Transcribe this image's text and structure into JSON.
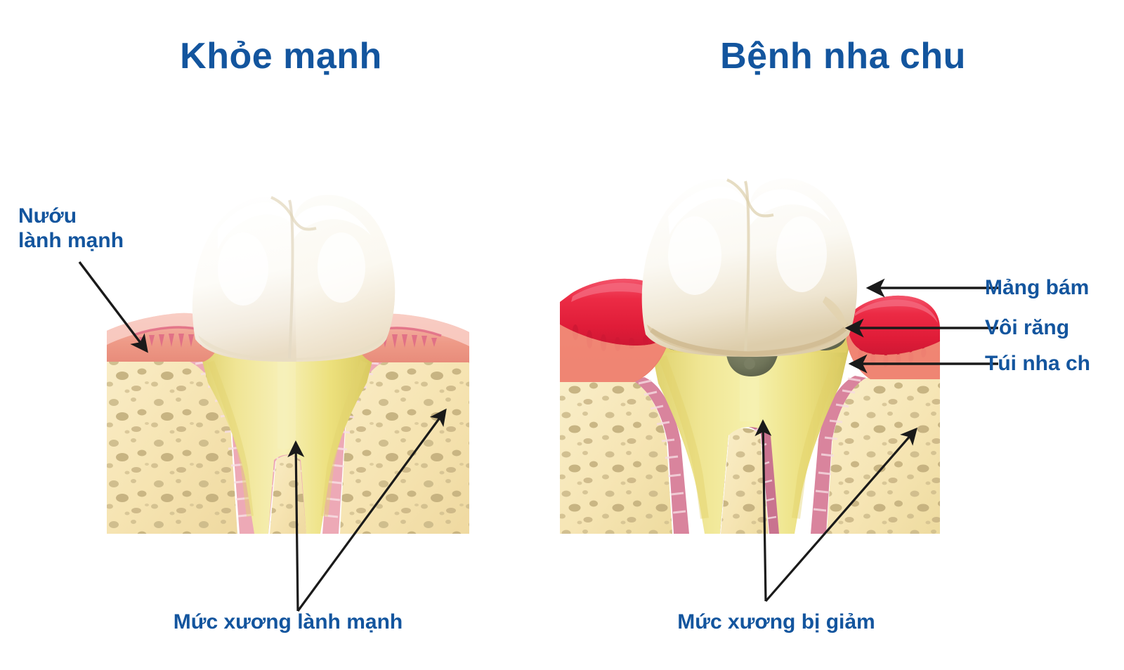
{
  "page": {
    "background": "#ffffff",
    "label_color": "#13559e",
    "arrow_color": "#1a1a1a"
  },
  "panels": [
    {
      "id": "healthy",
      "title": "Khỏe mạnh",
      "labels": [
        {
          "name": "gum-label",
          "text": "Nướu\nlành mạnh"
        },
        {
          "name": "bone-label",
          "text": "Mức xương lành mạnh"
        }
      ]
    },
    {
      "id": "diseased",
      "title": "Bệnh nha chu",
      "labels": [
        {
          "name": "plaque-label",
          "text": "Mảng bám"
        },
        {
          "name": "calculus-label",
          "text": "Vôi răng"
        },
        {
          "name": "pocket-label",
          "text": "Túi nha ch"
        },
        {
          "name": "bone-label",
          "text": "Mức xương bị giảm"
        }
      ]
    }
  ],
  "illustration_colors": {
    "enamel_light": "#ffffff",
    "enamel_shade": "#efe8d8",
    "enamel_stain": "#e6d9b8",
    "dentin_root": "#ede07f",
    "dentin_root_dark": "#d8c85e",
    "root_stain": "#f2eb9a",
    "gum_healthy": "#ef9f8c",
    "gum_healthy_edge": "#e8738b",
    "gum_healthy_light": "#f7c3bb",
    "gum_inflamed": "#ec2b45",
    "gum_inflamed_dark": "#cf1834",
    "gum_inflamed_soft": "#f0806f",
    "bone": "#f6e5b6",
    "bone_hole": "#c6b483",
    "pdl_pink": "#e9a6b3",
    "pdl_pink_dark": "#cf7f96",
    "calculus": "#6f7459",
    "calculus_dark": "#575c43"
  },
  "icons": {
    "arrow": "arrow-icon"
  }
}
